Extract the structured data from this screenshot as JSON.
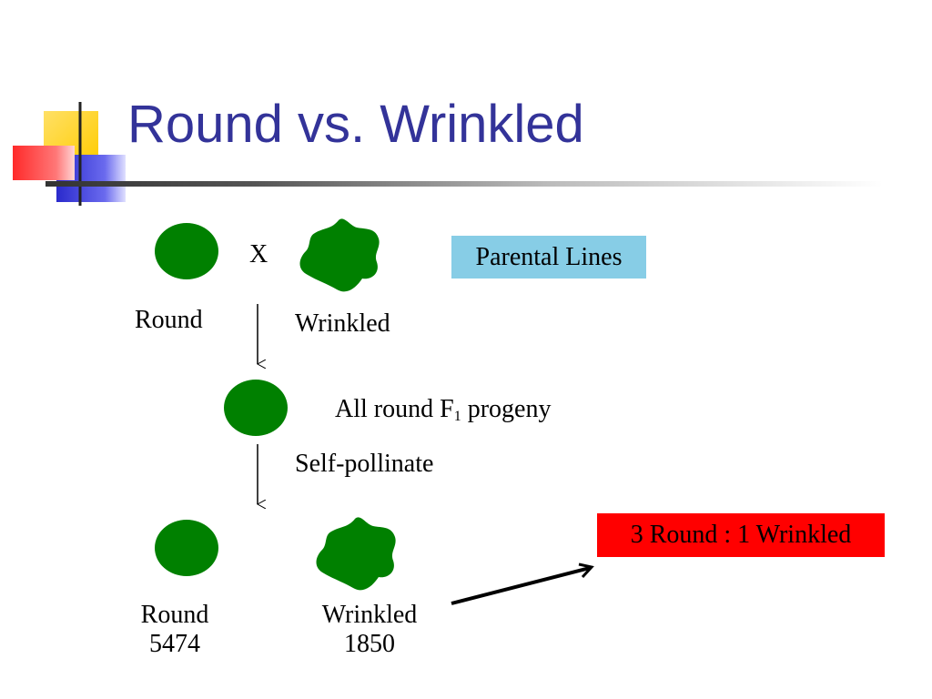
{
  "slide": {
    "title": "Round vs. Wrinkled"
  },
  "parents": {
    "cross_symbol": "X",
    "round_label": "Round",
    "wrinkled_label": "Wrinkled",
    "box_label": "Parental Lines"
  },
  "f1": {
    "text_main": "All round F",
    "text_sub": "1",
    "text_tail": " progeny",
    "step_label": "Self-pollinate"
  },
  "f2": {
    "round_label": "Round",
    "round_count": "5474",
    "wrinkled_label": "Wrinkled",
    "wrinkled_count": "1850",
    "ratio_label": "3 Round : 1 Wrinkled"
  },
  "colors": {
    "title": "#333399",
    "seed": "#008000",
    "parental_box": "#87cde6",
    "ratio_box": "#ff0000",
    "deco_yellow": "#ffcc00",
    "deco_red": "#ff3333",
    "deco_blue": "#3333cc"
  }
}
